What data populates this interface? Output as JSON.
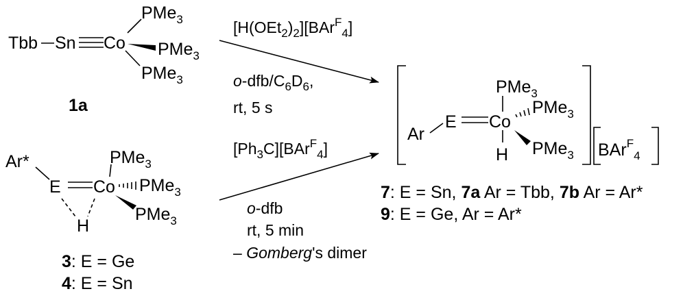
{
  "compound_1a": {
    "substituent": "Tbb",
    "metal_e": "Sn",
    "cobalt": "Co",
    "ligand": "PMe",
    "ligand_sub": "3",
    "label": "1a"
  },
  "compound_3_4": {
    "aryl": "Ar*",
    "element": "E",
    "cobalt": "Co",
    "hydride": "H",
    "ligand": "PMe",
    "ligand_sub": "3",
    "caption_3_num": "3",
    "caption_3_text": ": E = Ge",
    "caption_4_num": "4",
    "caption_4_text": ": E = Sn"
  },
  "top_reaction": {
    "reagent_open": "[H(OEt",
    "reagent_sub1": "2",
    "reagent_mid": ")",
    "reagent_sub2": "2",
    "reagent_mid2": "][BAr",
    "reagent_sup": "F",
    "reagent_sub3": "4",
    "reagent_close": "]",
    "solvent_italic": "o",
    "solvent_rest": "-dfb/C",
    "solvent_sub1": "6",
    "solvent_d": "D",
    "solvent_sub2": "6",
    "solvent_comma": ",",
    "conditions": "rt, 5 s"
  },
  "bottom_reaction": {
    "reagent_open": "[Ph",
    "reagent_sub1": "3",
    "reagent_mid": "C][BAr",
    "reagent_sup": "F",
    "reagent_sub2": "4",
    "reagent_close": "]",
    "solvent_italic": "o",
    "solvent_rest": "-dfb",
    "conditions": "rt, 5 min",
    "byproduct_dash": "– ",
    "byproduct_italic": "Gomberg",
    "byproduct_rest": "'s dimer"
  },
  "product": {
    "aryl": "Ar",
    "element": "E",
    "cobalt": "Co",
    "hydride": "H",
    "ligand": "PMe",
    "ligand_sub": "3",
    "anion_open": "BAr",
    "anion_sup": "F",
    "anion_sub": "4"
  },
  "product_caption": {
    "line1_num": "7",
    "line1_a": ": E = Sn, ",
    "line1_7a": "7a",
    "line1_b": " Ar = Tbb, ",
    "line1_7b": "7b",
    "line1_c": " Ar = Ar*",
    "line2_num": "9",
    "line2_text": ": E = Ge, Ar = Ar*"
  }
}
